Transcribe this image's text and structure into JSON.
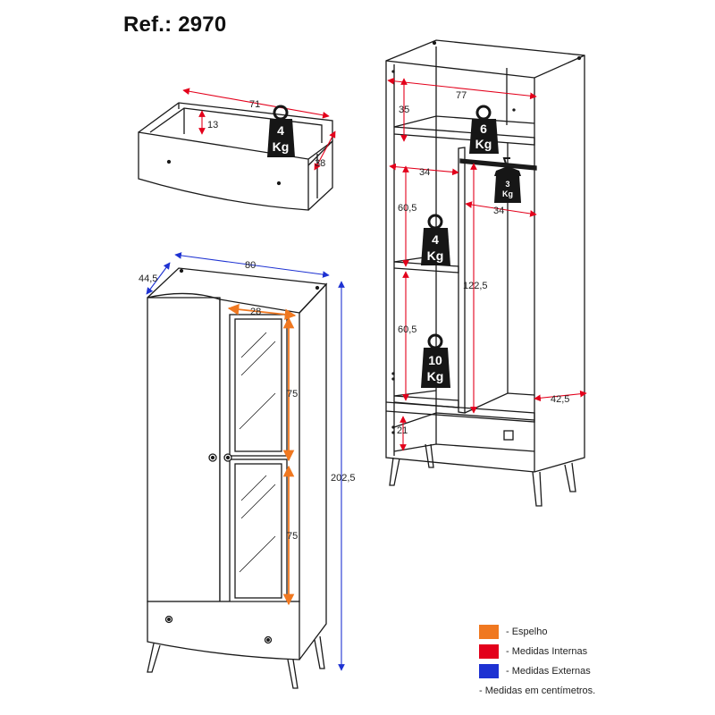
{
  "title": "Ref.: 2970",
  "colors": {
    "mirror": "#f07820",
    "internal": "#e3001b",
    "external": "#1e32d2",
    "outline": "#1a1a1a",
    "weight_tag": "#161616"
  },
  "drawer": {
    "width": "71",
    "height": "13",
    "depth": "38",
    "weight": {
      "value": "4",
      "unit": "Kg"
    }
  },
  "wardrobe_front": {
    "width": "80",
    "depth": "44,5",
    "height": "202,5",
    "mirror": {
      "width": "28",
      "upper_height": "75",
      "lower_height": "75"
    }
  },
  "wardrobe_inner": {
    "top_width": "77",
    "top_height": "35",
    "top_shelf_weight": {
      "value": "6",
      "unit": "Kg"
    },
    "left_shelf_width": "34",
    "right_compartment_width": "34",
    "hanger_weight": {
      "value": "3",
      "unit": "Kg"
    },
    "shelf_height_upper": "60,5",
    "shelf_weight_upper": {
      "value": "4",
      "unit": "Kg"
    },
    "hanging_height": "122,5",
    "shelf_height_lower": "60,5",
    "shelf_weight_lower": {
      "value": "10",
      "unit": "Kg"
    },
    "depth": "42,5",
    "bottom_height": "21"
  },
  "legend": {
    "items": [
      {
        "label": "- Espelho",
        "color": "#f07820"
      },
      {
        "label": "- Medidas Internas",
        "color": "#e3001b"
      },
      {
        "label": "- Medidas Externas",
        "color": "#1e32d2"
      }
    ],
    "note": "- Medidas em centímetros."
  }
}
